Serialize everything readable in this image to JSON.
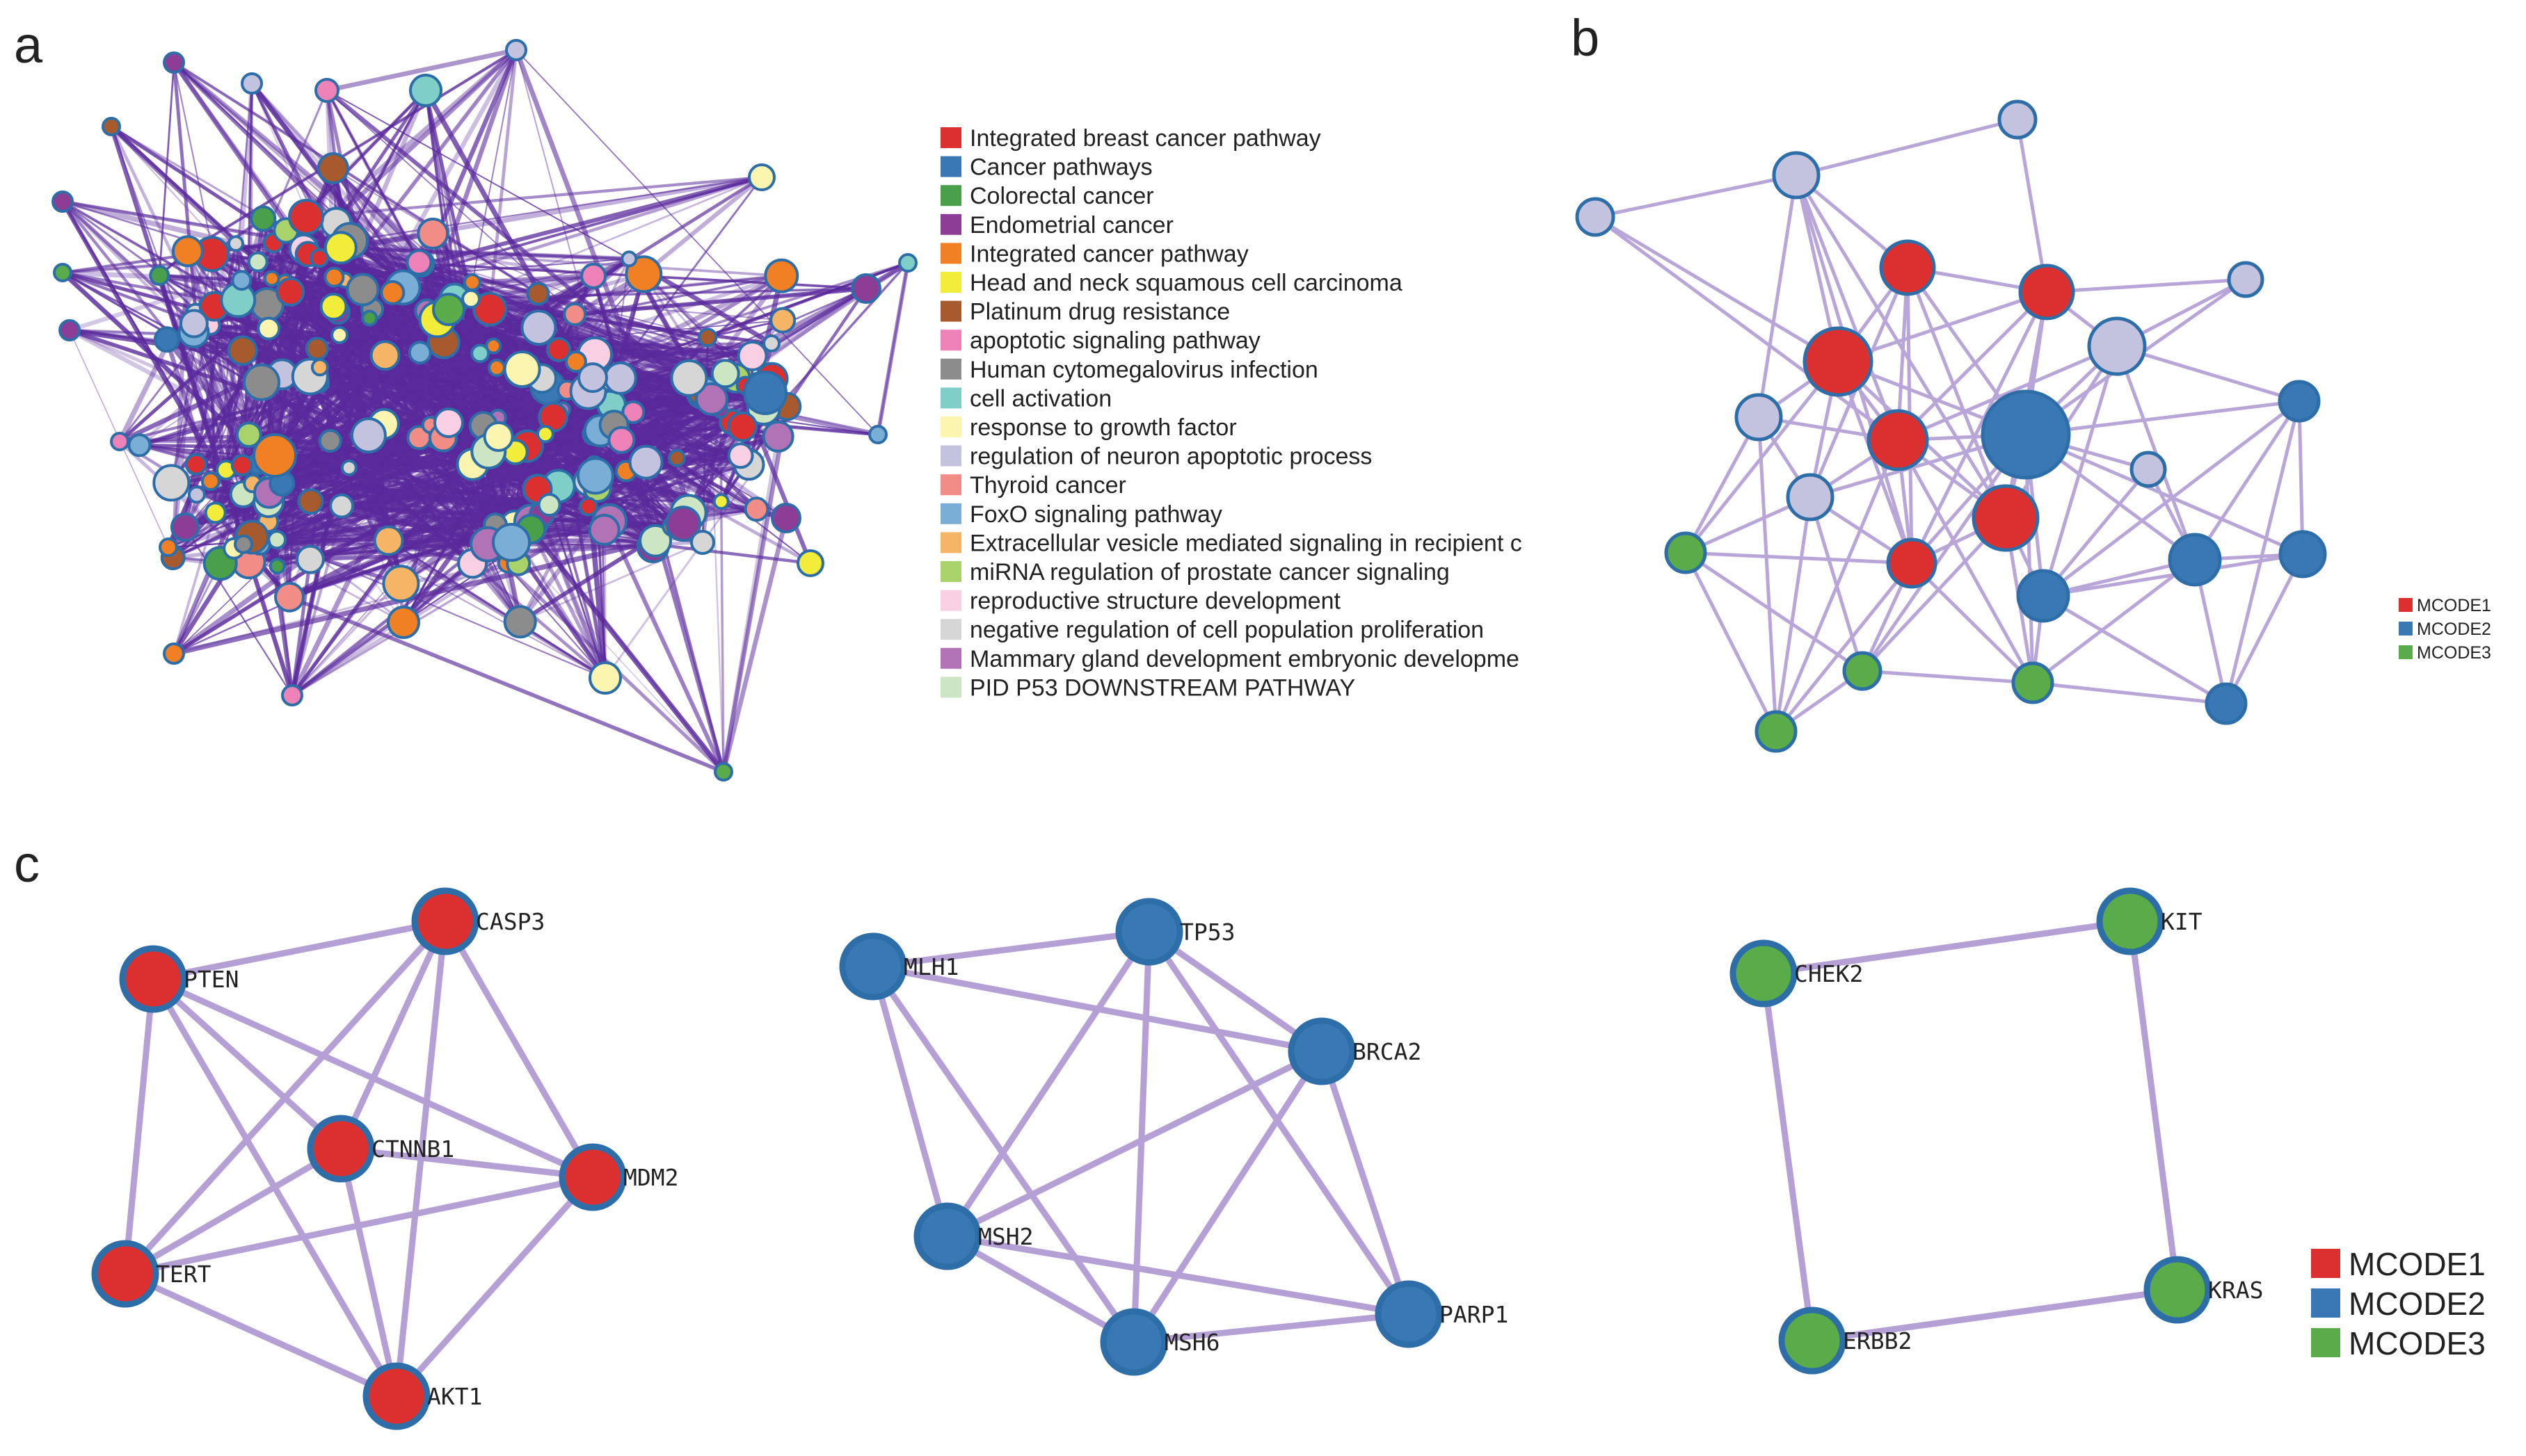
{
  "panels": {
    "a": "a",
    "b": "b",
    "c": "c"
  },
  "colors": {
    "mcode1": "#dc3030",
    "mcode2": "#3a78b5",
    "mcode3": "#5aab4a",
    "cluster_lavender": "#c3c3e0",
    "node_border": "#2d6ea8",
    "edge_light": "#b5a0d6",
    "edge_dark": "#5a2a9c"
  },
  "legend_a": [
    {
      "label": "Integrated breast cancer pathway",
      "color": "#dc3030"
    },
    {
      "label": "Cancer pathways",
      "color": "#3a78b5"
    },
    {
      "label": "Colorectal cancer",
      "color": "#4aa04a"
    },
    {
      "label": "Endometrial cancer",
      "color": "#8e3d97"
    },
    {
      "label": "Integrated cancer pathway",
      "color": "#f08023"
    },
    {
      "label": "Head and neck squamous cell carcinoma",
      "color": "#f2ec3a"
    },
    {
      "label": "Platinum drug resistance",
      "color": "#a65a2e"
    },
    {
      "label": "apoptotic signaling pathway",
      "color": "#ee82b8"
    },
    {
      "label": "Human cytomegalovirus infection",
      "color": "#8c8c8c"
    },
    {
      "label": "cell activation",
      "color": "#7fcfc8"
    },
    {
      "label": "response to growth factor",
      "color": "#fbf5b0"
    },
    {
      "label": "regulation of neuron apoptotic process",
      "color": "#c3c3e0"
    },
    {
      "label": "Thyroid cancer",
      "color": "#f28c86"
    },
    {
      "label": "FoxO signaling pathway",
      "color": "#7aaed6"
    },
    {
      "label": "Extracellular vesicle mediated signaling in recipient c",
      "color": "#f5b466"
    },
    {
      "label": "miRNA regulation of prostate cancer signaling",
      "color": "#a9d26b"
    },
    {
      "label": "reproductive structure development",
      "color": "#f8cfe3"
    },
    {
      "label": "negative regulation of cell population proliferation",
      "color": "#d6d6d6"
    },
    {
      "label": "Mammary gland development embryonic developme",
      "color": "#b173b5"
    },
    {
      "label": "PID P53 DOWNSTREAM PATHWAY",
      "color": "#cce6c4"
    }
  ],
  "legend_b": [
    {
      "label": "MCODE1",
      "color": "#dc3030"
    },
    {
      "label": "MCODE2",
      "color": "#3a78b5"
    },
    {
      "label": "MCODE3",
      "color": "#5aab4a"
    }
  ],
  "legend_c": [
    {
      "label": "MCODE1",
      "color": "#dc3030"
    },
    {
      "label": "MCODE2",
      "color": "#3a78b5"
    },
    {
      "label": "MCODE3",
      "color": "#5aab4a"
    }
  ],
  "clusters": [
    {
      "id": "mcode1",
      "color": "#dc3030",
      "genes": [
        "CASP3",
        "PTEN",
        "CTNNB1",
        "MDM2",
        "TERT",
        "AKT1"
      ],
      "edges": [
        [
          "PTEN",
          "CASP3"
        ],
        [
          "PTEN",
          "CTNNB1"
        ],
        [
          "PTEN",
          "MDM2"
        ],
        [
          "PTEN",
          "TERT"
        ],
        [
          "PTEN",
          "AKT1"
        ],
        [
          "CASP3",
          "CTNNB1"
        ],
        [
          "CASP3",
          "MDM2"
        ],
        [
          "CASP3",
          "TERT"
        ],
        [
          "CASP3",
          "AKT1"
        ],
        [
          "CTNNB1",
          "MDM2"
        ],
        [
          "CTNNB1",
          "TERT"
        ],
        [
          "CTNNB1",
          "AKT1"
        ],
        [
          "MDM2",
          "TERT"
        ],
        [
          "MDM2",
          "AKT1"
        ],
        [
          "TERT",
          "AKT1"
        ]
      ]
    },
    {
      "id": "mcode2",
      "color": "#3a78b5",
      "genes": [
        "MLH1",
        "TP53",
        "BRCA2",
        "MSH2",
        "MSH6",
        "PARP1"
      ],
      "edges": [
        [
          "MLH1",
          "TP53"
        ],
        [
          "MLH1",
          "MSH2"
        ],
        [
          "MLH1",
          "MSH6"
        ],
        [
          "MLH1",
          "BRCA2"
        ],
        [
          "TP53",
          "BRCA2"
        ],
        [
          "TP53",
          "MSH2"
        ],
        [
          "TP53",
          "MSH6"
        ],
        [
          "TP53",
          "PARP1"
        ],
        [
          "BRCA2",
          "MSH2"
        ],
        [
          "BRCA2",
          "MSH6"
        ],
        [
          "BRCA2",
          "PARP1"
        ],
        [
          "MSH2",
          "MSH6"
        ],
        [
          "MSH2",
          "PARP1"
        ],
        [
          "MSH6",
          "PARP1"
        ]
      ]
    },
    {
      "id": "mcode3",
      "color": "#5aab4a",
      "genes": [
        "KIT",
        "CHEK2",
        "KRAS",
        "ERBB2"
      ],
      "edges": [
        [
          "CHEK2",
          "KIT"
        ],
        [
          "KIT",
          "KRAS"
        ],
        [
          "KRAS",
          "ERBB2"
        ],
        [
          "ERBB2",
          "CHEK2"
        ]
      ]
    }
  ]
}
